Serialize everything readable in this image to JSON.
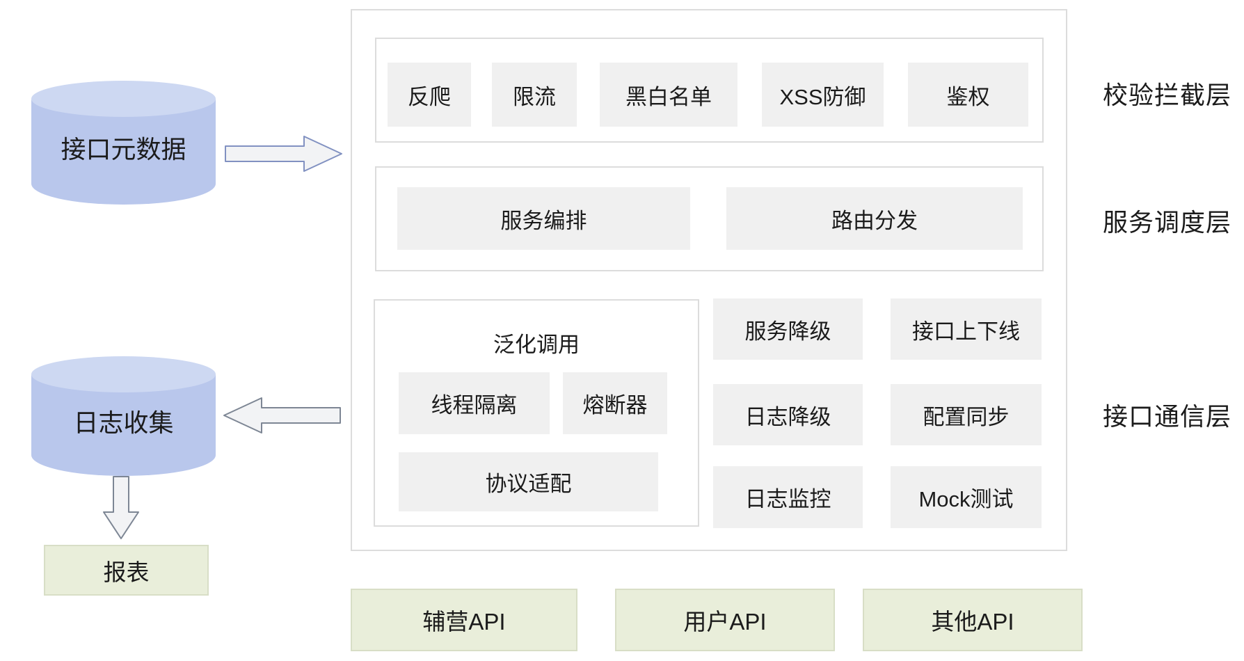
{
  "colors": {
    "cylinder_body": "#b9c7ec",
    "cylinder_top": "#cdd8f2",
    "tile_bg": "#f0f0f0",
    "box_border": "#dcdcdc",
    "green_bg": "#e9eeda",
    "green_border": "#d8dec6",
    "arrow_fill": "#f2f3f5",
    "arrow_stroke_blue": "#8191c1",
    "arrow_stroke_gray": "#7d8694",
    "text": "#1b1b1b"
  },
  "sources": {
    "api_metadata": "接口元数据",
    "log_collect": "日志收集",
    "report": "报表"
  },
  "layers": {
    "interception": {
      "label": "校验拦截层",
      "tiles": [
        "反爬",
        "限流",
        "黑白名单",
        "XSS防御",
        "鉴权"
      ]
    },
    "scheduling": {
      "label": "服务调度层",
      "tiles": [
        "服务编排",
        "路由分发"
      ]
    },
    "communication": {
      "label": "接口通信层",
      "generic_group": {
        "title": "泛化调用",
        "tiles": [
          "线程隔离",
          "熔断器",
          "协议适配"
        ]
      },
      "ops_tiles": [
        [
          "服务降级",
          "接口上下线"
        ],
        [
          "日志降级",
          "配置同步"
        ],
        [
          "日志监控",
          "Mock测试"
        ]
      ]
    }
  },
  "api_row": [
    "辅营API",
    "用户API",
    "其他API"
  ]
}
